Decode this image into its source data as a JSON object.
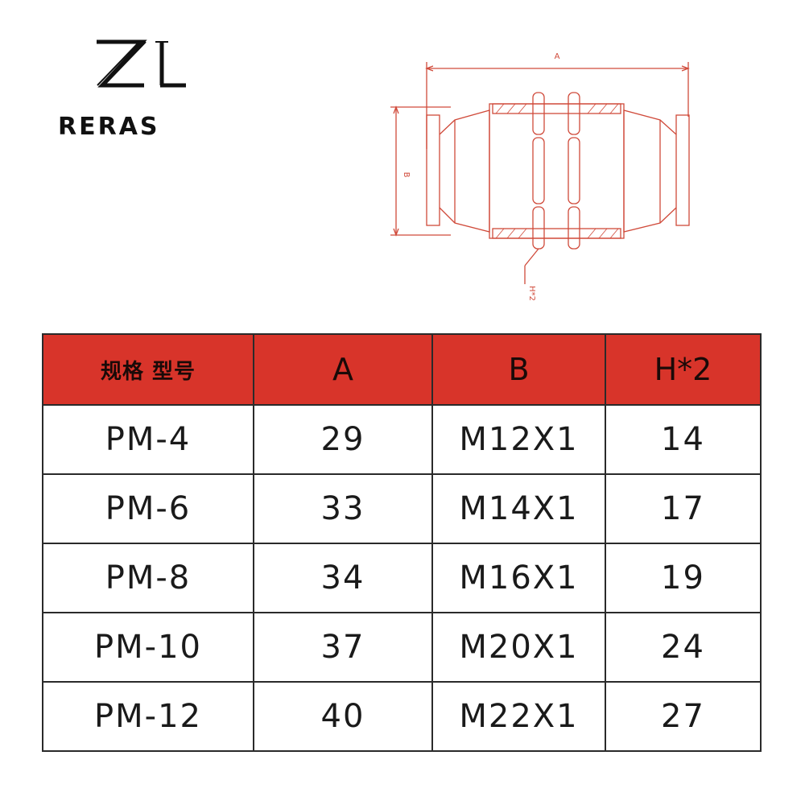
{
  "logo": {
    "mark": "ZL",
    "brand": "RERAS"
  },
  "drawing": {
    "label_a": "A",
    "label_b": "B",
    "label_h": "H*2",
    "stroke_color": "#d04a3a"
  },
  "table": {
    "header_color": "#d8342a",
    "headers": [
      "规格 型号",
      "A",
      "B",
      "H*2"
    ],
    "rows": [
      [
        "PM-4",
        "29",
        "M12X1",
        "14"
      ],
      [
        "PM-6",
        "33",
        "M14X1",
        "17"
      ],
      [
        "PM-8",
        "34",
        "M16X1",
        "19"
      ],
      [
        "PM-10",
        "37",
        "M20X1",
        "24"
      ],
      [
        "PM-12",
        "40",
        "M22X1",
        "27"
      ]
    ]
  }
}
